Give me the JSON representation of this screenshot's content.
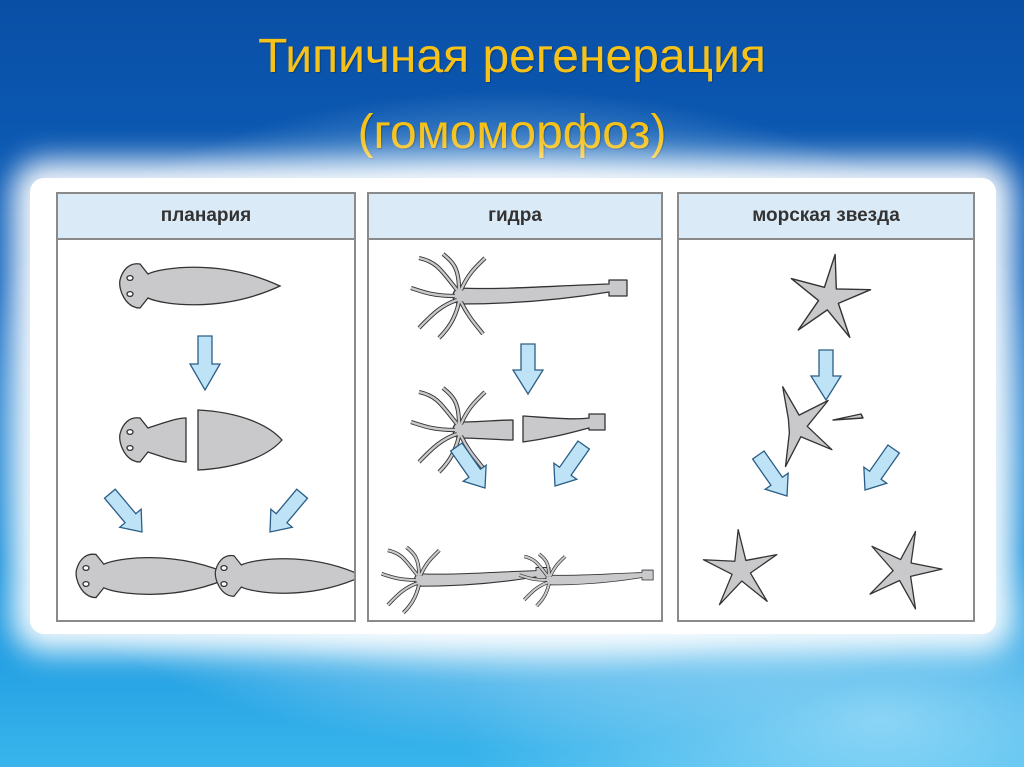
{
  "slide": {
    "title_line1": "Типичная регенерация",
    "title_line2": "(гомоморфоз)"
  },
  "panels": [
    {
      "id": "planaria",
      "label": "планария"
    },
    {
      "id": "hydra",
      "label": "гидра"
    },
    {
      "id": "starfish",
      "label": "морская звезда"
    }
  ],
  "colors": {
    "title": "#f6c21a",
    "organism_fill": "#c9c9cb",
    "organism_stroke": "#333333",
    "arrow_fill": "#bfe3f6",
    "header_fill": "#dbeaf7"
  }
}
